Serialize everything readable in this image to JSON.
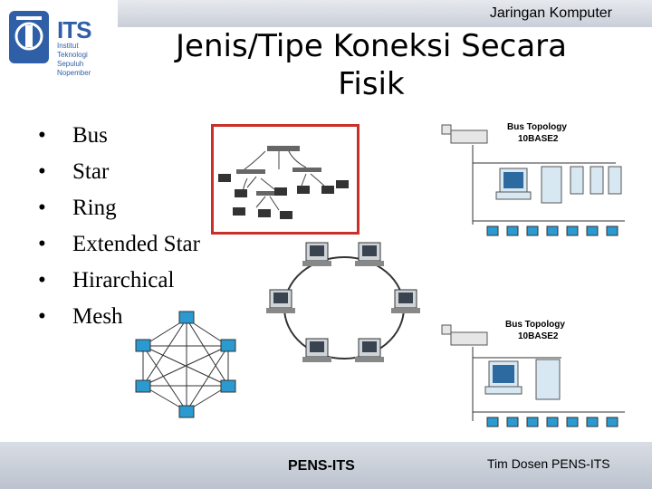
{
  "header": {
    "course": "Jaringan Komputer"
  },
  "logo": {
    "name": "ITS",
    "line1": "Institut",
    "line2": "Teknologi",
    "line3": "Sepuluh Nopember"
  },
  "slide": {
    "title_line1": "Jenis/Tipe Koneksi Secara",
    "title_line2": "Fisik",
    "bullets": [
      "Bus",
      "Star",
      "Ring",
      "Extended Star",
      "Hirarchical",
      "Mesh"
    ]
  },
  "diagrams": {
    "bus_top": {
      "title1": "Bus Topology",
      "title2": "10BASE2"
    },
    "bus_bottom": {
      "title1": "Bus Topology",
      "title2": "10BASE2"
    }
  },
  "footer": {
    "center": "PENS-ITS",
    "right": "Tim Dosen PENS-ITS"
  },
  "colors": {
    "header_bar": "#d3d8e0",
    "logo_blue": "#2f5fa7",
    "hierarchy_frame": "#c8302a"
  }
}
